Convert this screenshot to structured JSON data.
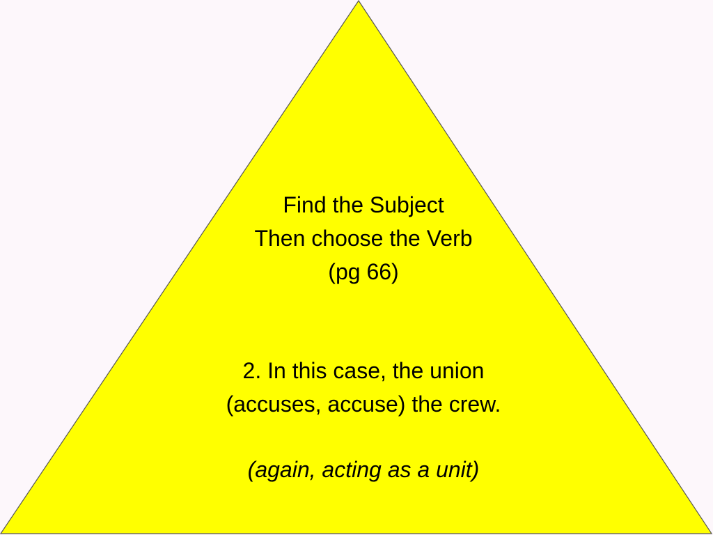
{
  "slide": {
    "background_color": "#fdf7fb",
    "triangle_fill": "#ffff00",
    "triangle_stroke": "#555555",
    "title_lines": [
      "Find the Subject",
      "Then choose the Verb",
      "(pg 66)"
    ],
    "question_lines": [
      "2. In this case, the union",
      "(accuses, accuse) the crew."
    ],
    "note": "(again, acting as a unit)"
  }
}
